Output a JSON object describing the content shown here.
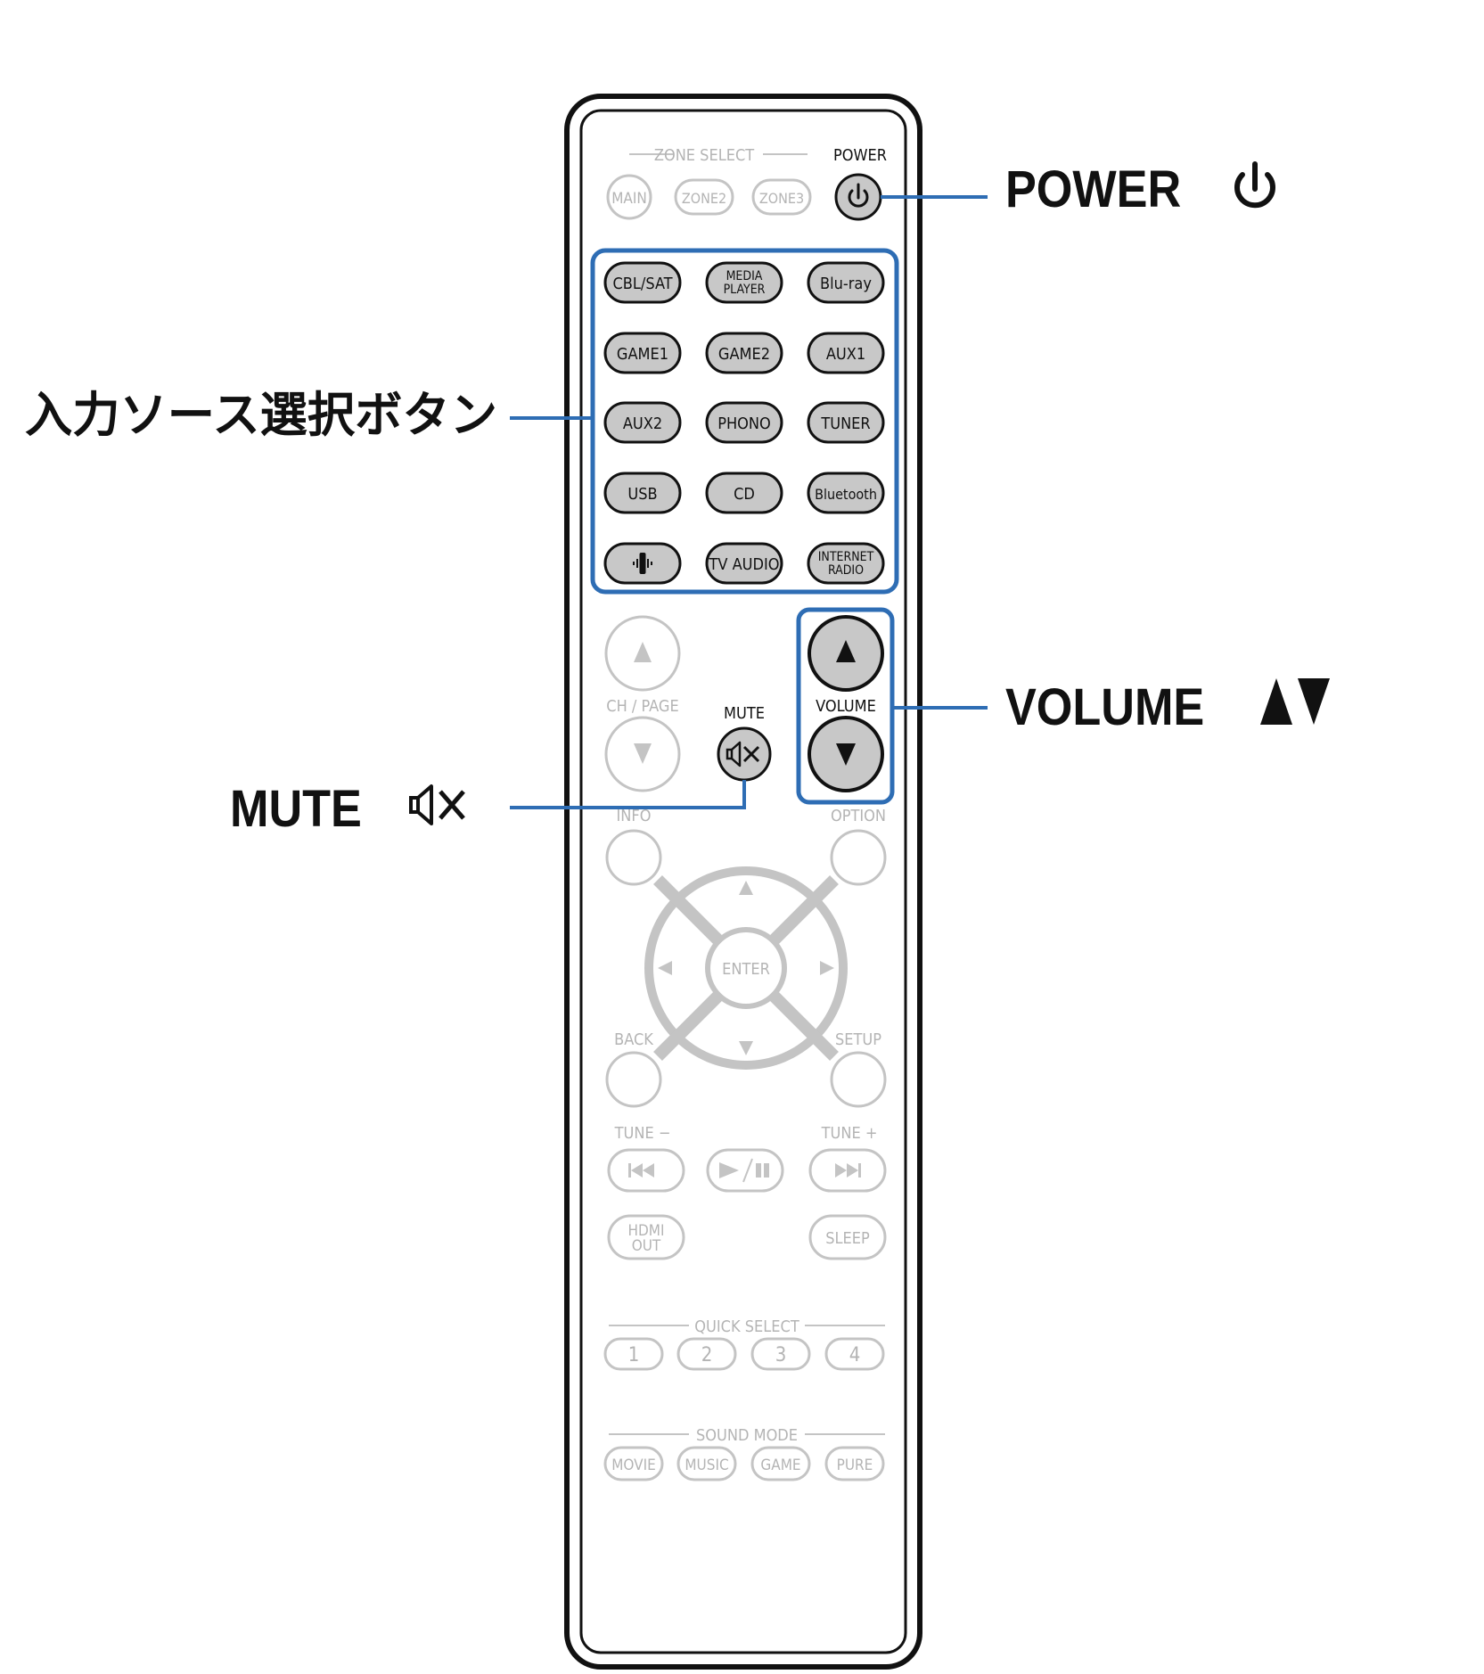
{
  "remote": {
    "zone_select": {
      "label": "ZONE SELECT",
      "buttons": [
        "MAIN",
        "ZONE2",
        "ZONE3"
      ]
    },
    "power": {
      "label": "POWER",
      "icon": "power-icon"
    },
    "input_source": {
      "rows": [
        [
          "CBL/SAT",
          "MEDIA|PLAYER",
          "Blu-ray"
        ],
        [
          "GAME1",
          "GAME2",
          "AUX1"
        ],
        [
          "AUX2",
          "PHONO",
          "TUNER"
        ],
        [
          "USB",
          "CD",
          "Bluetooth"
        ],
        [
          "",
          "TV AUDIO",
          "INTERNET|RADIO"
        ]
      ],
      "heos_icon": "heos-icon"
    },
    "ch_page": {
      "label": "CH / PAGE",
      "up_icon": "triangle-up-icon",
      "down_icon": "triangle-down-icon"
    },
    "mute": {
      "label": "MUTE",
      "icon": "mute-icon"
    },
    "volume": {
      "label": "VOLUME",
      "up_icon": "triangle-up-icon",
      "down_icon": "triangle-down-icon"
    },
    "info": {
      "label": "INFO"
    },
    "option": {
      "label": "OPTION"
    },
    "cursor": {
      "center_label": "ENTER",
      "icons": [
        "arrow-up-icon",
        "arrow-down-icon",
        "arrow-left-icon",
        "arrow-right-icon"
      ]
    },
    "back": {
      "label": "BACK"
    },
    "setup": {
      "label": "SETUP"
    },
    "tune_minus": {
      "label": "TUNE −",
      "icon": "skip-back-icon"
    },
    "play_pause": {
      "icon": "play-pause-icon"
    },
    "tune_plus": {
      "label": "TUNE +",
      "icon": "skip-forward-icon"
    },
    "hdmi_out": {
      "label": "HDMI|OUT"
    },
    "sleep": {
      "label": "SLEEP"
    },
    "quick_select": {
      "label": "QUICK SELECT",
      "buttons": [
        "1",
        "2",
        "3",
        "4"
      ]
    },
    "sound_mode": {
      "label": "SOUND MODE",
      "buttons": [
        "MOVIE",
        "MUSIC",
        "GAME",
        "PURE"
      ]
    }
  },
  "callouts": {
    "power": "POWER",
    "input_source": "入力ソース選択ボタン",
    "volume": "VOLUME",
    "mute": "MUTE"
  },
  "colors": {
    "highlight": "#2e6db4",
    "active_button": "#c8c8c8",
    "dim": "#c4c4c4",
    "dim_text": "#b4b4b4",
    "dark": "#111111"
  }
}
